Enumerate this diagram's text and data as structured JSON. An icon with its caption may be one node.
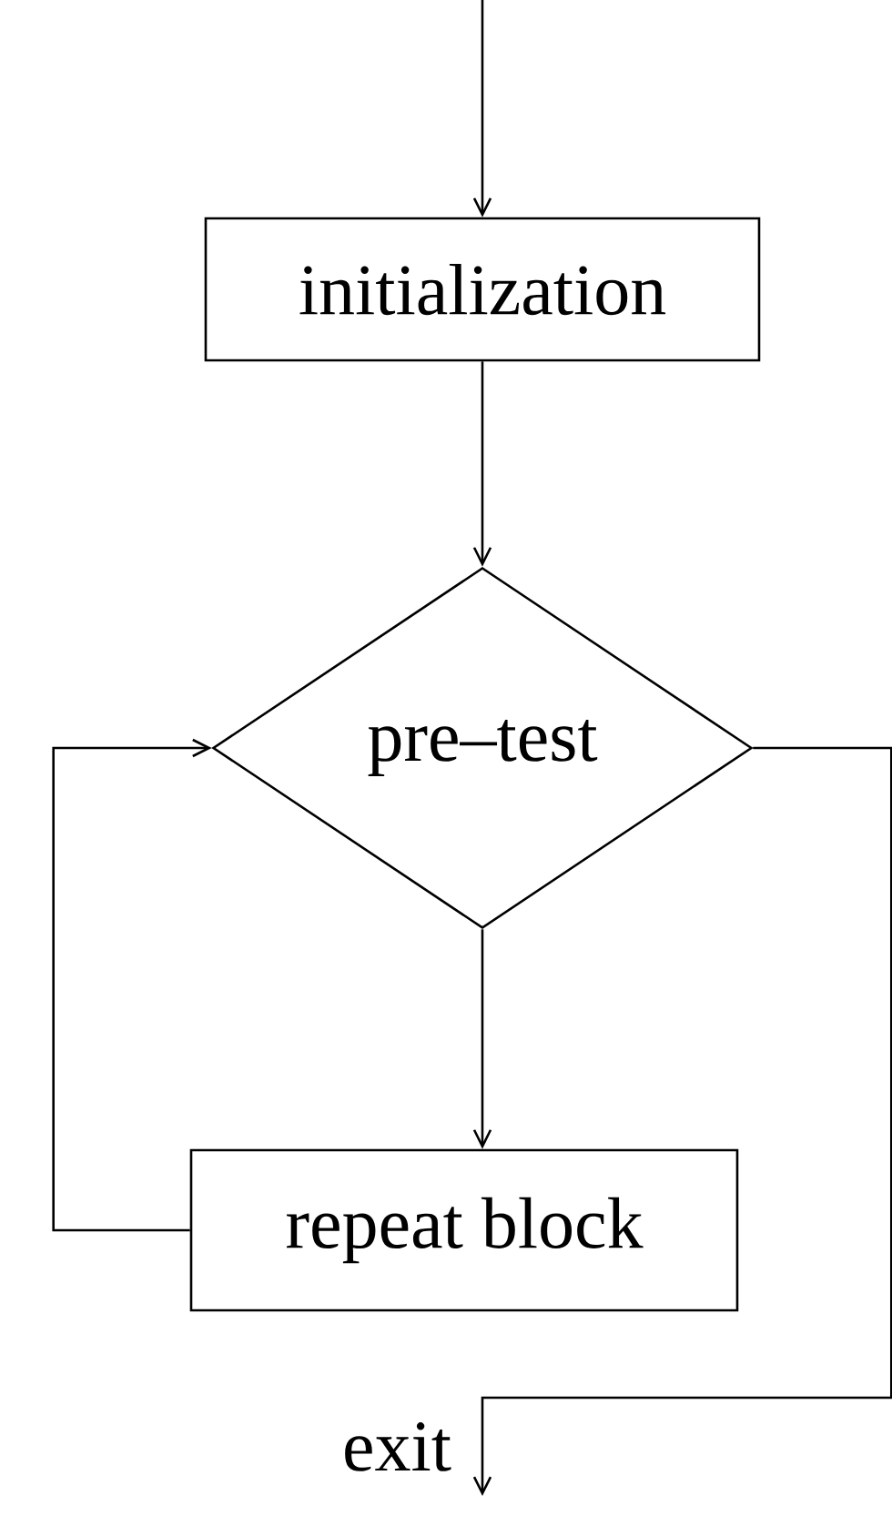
{
  "diagram": {
    "nodes": [
      {
        "text": [
          "initialization"
        ]
      },
      {
        "text": [
          "pre–test"
        ]
      },
      {
        "text": [
          "repeat block"
        ]
      }
    ],
    "edges": [
      {
        "from": null,
        "to": 0,
        "arrow": "to"
      },
      {
        "from": 0,
        "to": 1,
        "arrow": "to"
      },
      {
        "from": 1,
        "to": 2,
        "arrow": "to"
      },
      {
        "from": 2,
        "to": 1,
        "arrow": "to"
      },
      {
        "from": 1,
        "to": null,
        "arrow": "to",
        "label": "exit"
      }
    ]
  }
}
